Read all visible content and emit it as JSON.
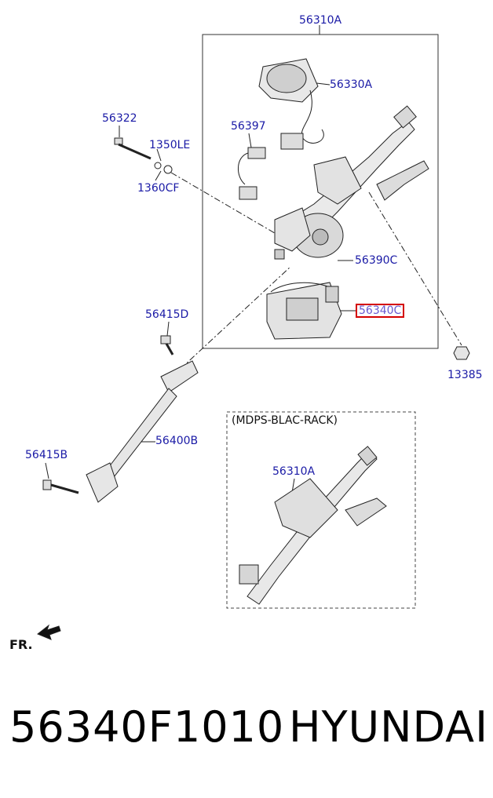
{
  "diagram": {
    "callouts": {
      "assembly_top": "56310A",
      "sensor": "56330A",
      "bolt": "56322",
      "washer_a": "1350LE",
      "washer_b": "1360CF",
      "harness": "56397",
      "motor": "56390C",
      "ecu": "56340C",
      "nut": "13385",
      "bolt_d": "56415D",
      "shaft": "56400B",
      "bolt_b": "56415B",
      "assembly_alt": "56310A"
    },
    "alt_box_title": "(MDPS-BLAC-RACK)",
    "direction_label": "FR."
  },
  "footer": {
    "part_number": "56340F1010",
    "brand": "HYUNDAI"
  },
  "colors": {
    "callout_text": "#1a1aa6",
    "highlight_border": "#d40000"
  }
}
